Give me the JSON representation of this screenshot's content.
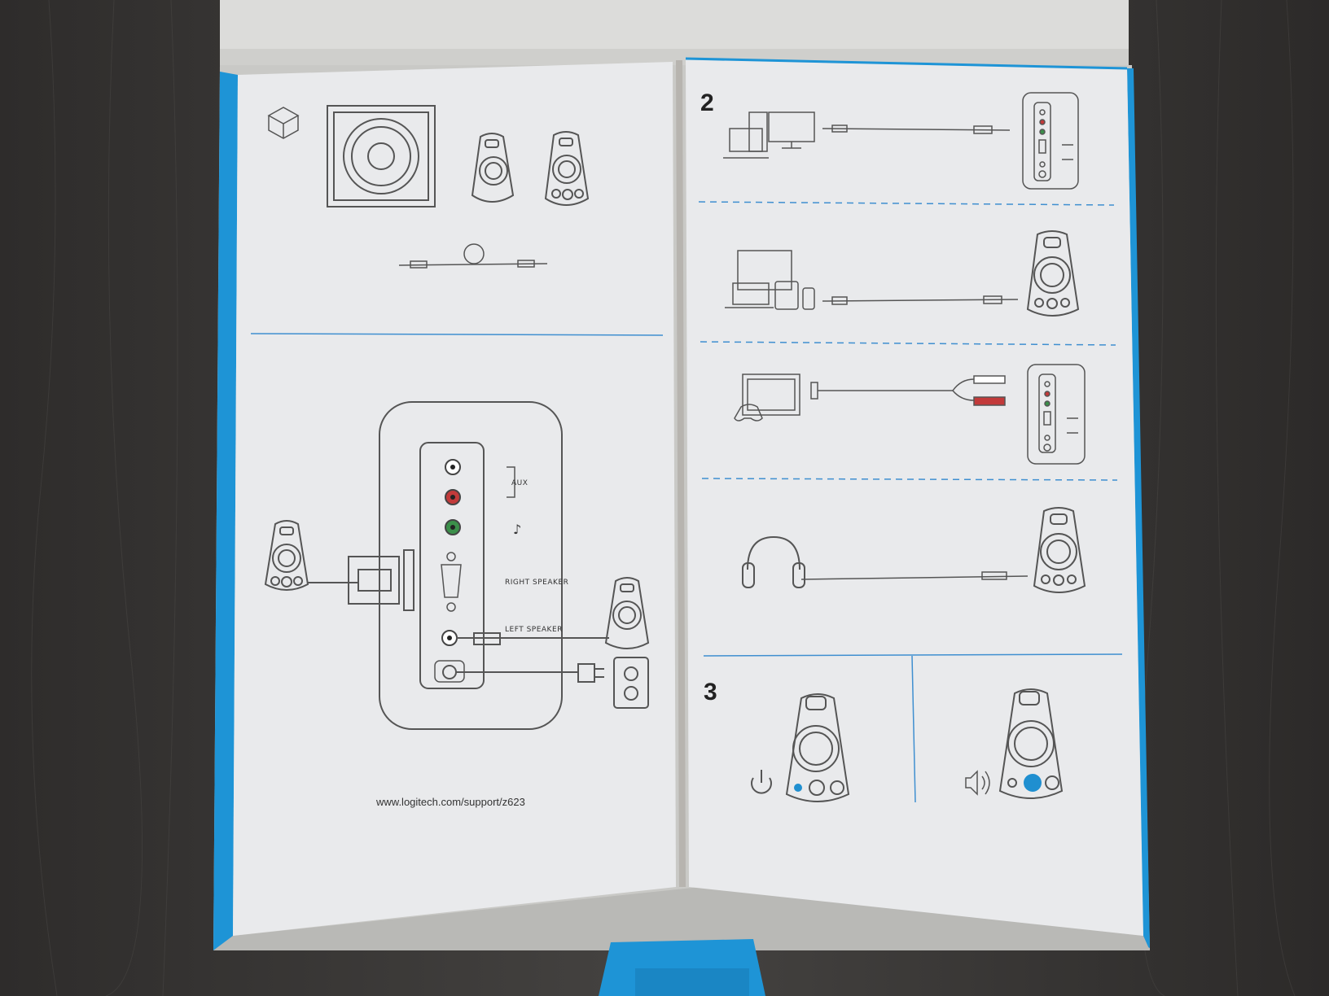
{
  "left_panel": {
    "labels": {
      "aux": "AUX",
      "right_speaker": "RIGHT SPEAKER",
      "left_speaker": "LEFT SPEAKER",
      "music_note": "♪"
    },
    "url": "www.logitech.com/support/z623"
  },
  "right_panel": {
    "step2": "2",
    "step3": "3"
  },
  "colors": {
    "floor": "#3a3a3a",
    "paper": "#e9eaec",
    "box_blue": "#1e94d6",
    "divider_blue": "#3f8fd0",
    "jack_red": "#c23a3a",
    "jack_green": "#3b8f4a",
    "knob_blue": "#1f8fd0"
  },
  "icons": {
    "box": "box-icon",
    "power": "power-icon",
    "volume": "volume-icon",
    "headphones": "headphones-icon",
    "gamepad": "gamepad-icon"
  }
}
